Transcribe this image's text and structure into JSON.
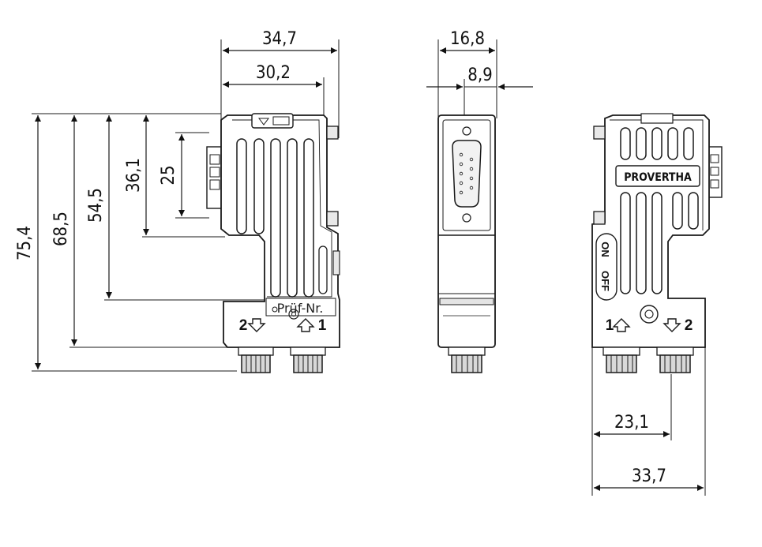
{
  "views": {
    "side": {
      "dimensions": {
        "overall_width": "34,7",
        "body_width": "30,2",
        "height_total": "75,4",
        "height_2": "68,5",
        "height_3": "54,5",
        "height_4": "36,1",
        "height_5": "25"
      },
      "label_test_number": "Prüf-Nr.",
      "port_left": "2",
      "port_right": "1"
    },
    "front": {
      "dimensions": {
        "width": "16,8",
        "offset": "8,9"
      }
    },
    "back": {
      "brand": "PROVERTHA",
      "switch_on": "ON",
      "switch_off": "OFF",
      "port_left": "1",
      "port_right": "2",
      "dimensions": {
        "port_spacing": "23,1",
        "overall_width": "33,7"
      }
    }
  },
  "colors": {
    "line": "#1a1a1a",
    "body_fill": "#ffffff",
    "shade": "#dcdcdc"
  }
}
